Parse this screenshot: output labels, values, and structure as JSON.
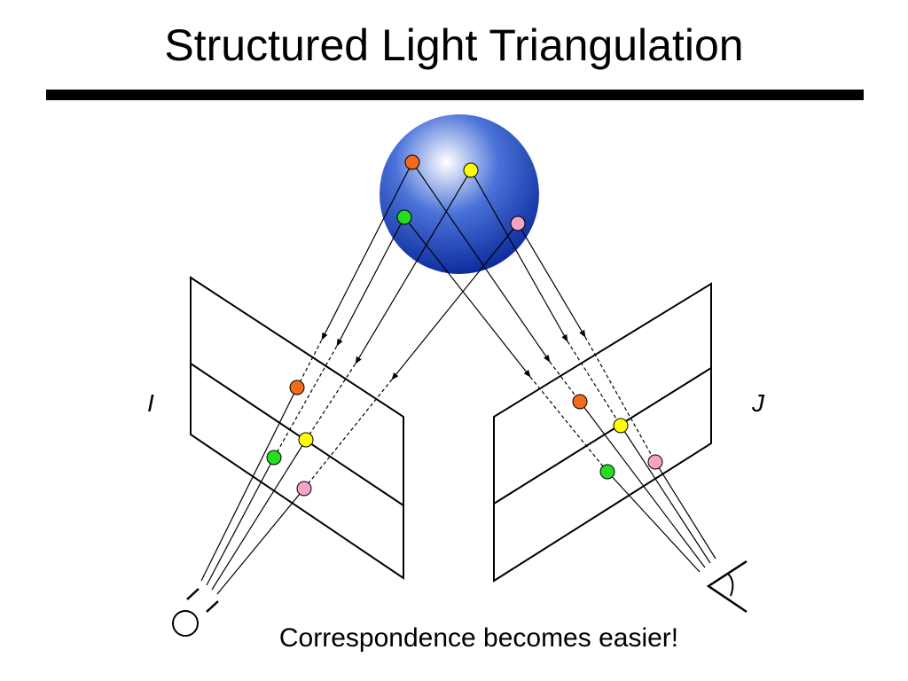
{
  "slide": {
    "title": "Structured Light Triangulation",
    "caption": "Correspondence becomes easier!"
  },
  "diagram": {
    "left_plane_label": "I",
    "right_plane_label": "J",
    "sphere": {
      "colors": {
        "highlight": "#ffffff",
        "mid": "#4a72d8",
        "edge": "#0b2a9c"
      }
    },
    "points": [
      {
        "name": "orange",
        "color": "#f26a1b"
      },
      {
        "name": "yellow",
        "color": "#ffff00"
      },
      {
        "name": "green",
        "color": "#22dd22"
      },
      {
        "name": "pink",
        "color": "#f7a3c8"
      }
    ],
    "left_device_icon": "projector-icon",
    "right_device_icon": "camera-eye-icon"
  }
}
